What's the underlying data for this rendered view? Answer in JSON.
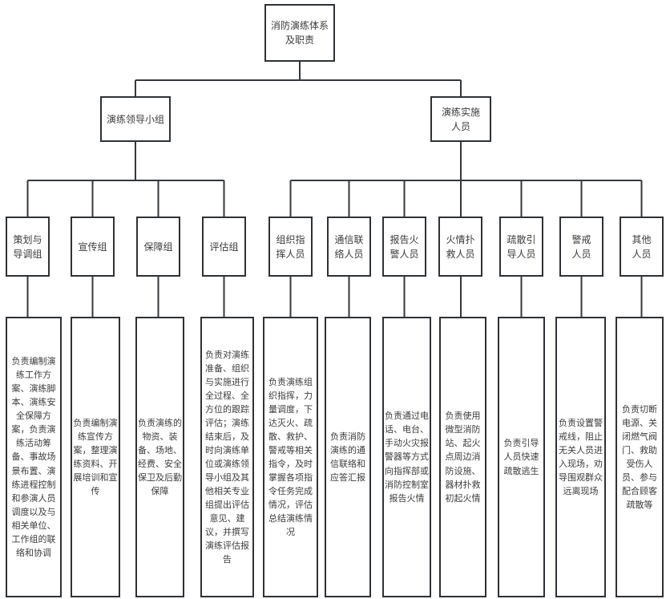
{
  "diagram": {
    "title": "消防演练体系及职责",
    "colors": {
      "background": "#ffffff",
      "box_border": "#2e3236",
      "connector_line": "#33383c",
      "text": "#3c3c3c"
    },
    "root": {
      "label": "消防演练体系\n及职责"
    },
    "branches": [
      {
        "label": "演练领导小组"
      },
      {
        "label": "演练实施\n人员"
      }
    ],
    "groups": [
      {
        "label": "策划与\n导调组",
        "detail": "负责编制演练工作方案、演练脚本、演练安全保障方案，负责演练活动筹备、事故场景布置、演练进程控制和参演人员调度以及与相关单位、工作组的联络和协调"
      },
      {
        "label": "宣传组",
        "detail": "负责编制演练宣传方案，整理演练资料、开展培训和宣传"
      },
      {
        "label": "保障组",
        "detail": "负责演练的物资、装备、场地、经费、安全保卫及后勤保障"
      },
      {
        "label": "评估组",
        "detail": "负责对演练准备、组织与实施进行全过程、全方位的跟踪评估；演练结束后，及时向演练单位或演练领导小组及其他相关专业组提出评估意见、建议，并撰写演练评估报告"
      },
      {
        "label": "组织指\n挥人员",
        "detail": "负责演练组织指挥，力量调度，下达灭火、疏散、救护、警戒等相关指令，及时掌握各项指令任务完成情况，评估总结演练情况"
      },
      {
        "label": "通信联\n络人员",
        "detail": "负责消防演练的通信联络和应答汇报"
      },
      {
        "label": "报告火\n警人员",
        "detail": "负责通过电话、电台、手动火灾报警器等方式向指挥部或消防控制室报告火情"
      },
      {
        "label": "火情扑\n救人员",
        "detail": "负责使用微型消防站、起火点周边消防设施、器材扑救初起火情"
      },
      {
        "label": "疏散引\n导人员",
        "detail": "负责引导人员快速疏散逃生"
      },
      {
        "label": "警戒\n人员",
        "detail": "负责设置警戒线，阻止无关人员进入现场，劝导围观群众远离现场"
      },
      {
        "label": "其他\n人员",
        "detail": "负责切断电源、关闭燃气阀门、救助受伤人员、参与配合顾客疏散等"
      }
    ]
  }
}
